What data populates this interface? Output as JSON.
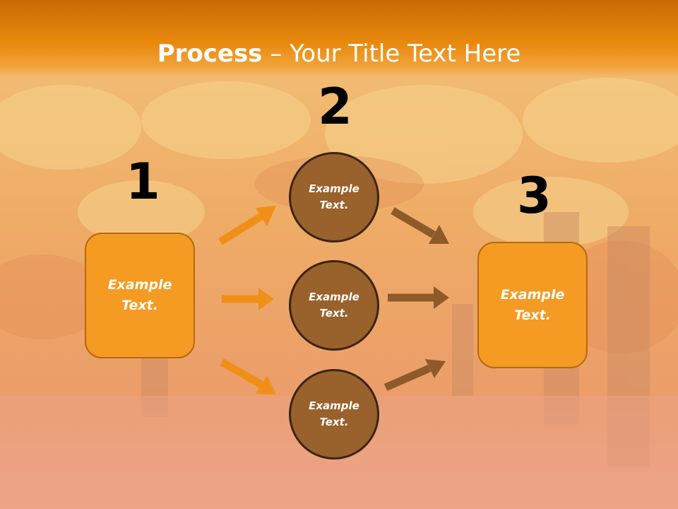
{
  "title": {
    "bold": "Process",
    "rest": " – Your Title Text Here"
  },
  "steps": {
    "one": "1",
    "two": "2",
    "three": "3"
  },
  "left_box": "Example\nText.",
  "circles": [
    "Example\nText.",
    "Example\nText.",
    "Example\nText."
  ],
  "right_box": "Example\nText.",
  "colors": {
    "orange": "#f59a22",
    "brown": "#99612b",
    "header": "#e8890d"
  }
}
